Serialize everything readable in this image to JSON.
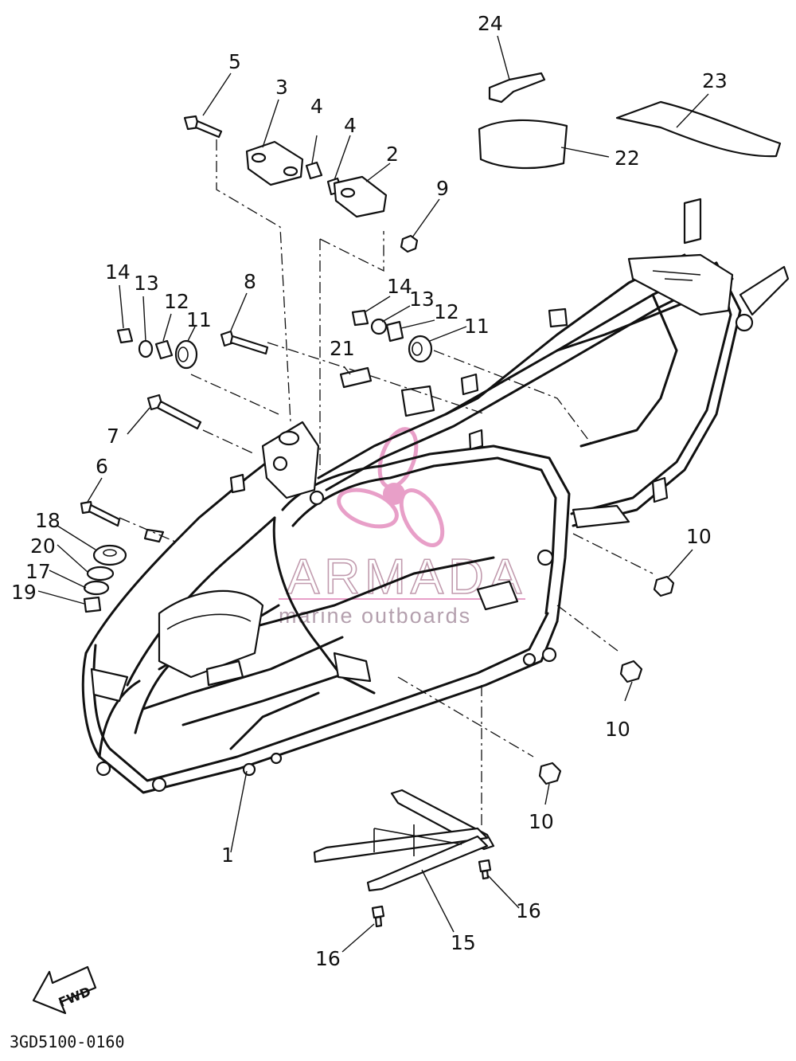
{
  "diagram": {
    "type": "exploded-parts-diagram",
    "diagram_code": "3GD5100-0160",
    "direction_badge": "FWD",
    "watermark": {
      "brand": "ARMADA",
      "tagline": "marine outboards",
      "color": "#e48fbf"
    },
    "line_color": "#111111",
    "callouts": {
      "c1": "1",
      "c2": "2",
      "c3": "3",
      "c4a": "4",
      "c4b": "4",
      "c5": "5",
      "c6": "6",
      "c7": "7",
      "c8": "8",
      "c9": "9",
      "c10a": "10",
      "c10b": "10",
      "c10c": "10",
      "c11a": "11",
      "c11b": "11",
      "c12a": "12",
      "c12b": "12",
      "c13a": "13",
      "c13b": "13",
      "c14a": "14",
      "c14b": "14",
      "c15": "15",
      "c16a": "16",
      "c16b": "16",
      "c17": "17",
      "c18": "18",
      "c19": "19",
      "c20": "20",
      "c21": "21",
      "c22": "22",
      "c23": "23",
      "c24": "24"
    }
  }
}
